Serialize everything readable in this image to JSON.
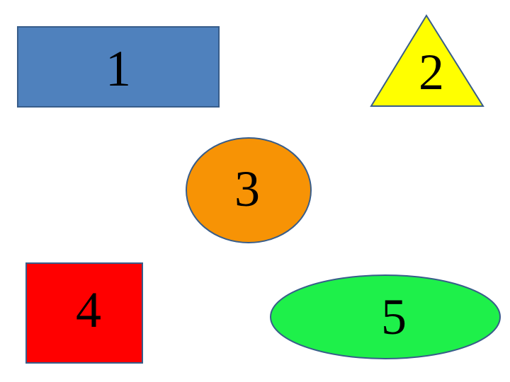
{
  "shapes": [
    {
      "id": "rectangle",
      "label": "1",
      "fill": "#4f81bd",
      "stroke": "#385d8a"
    },
    {
      "id": "triangle",
      "label": "2",
      "fill": "#ffff00",
      "stroke": "#385d8a"
    },
    {
      "id": "circle",
      "label": "3",
      "fill": "#f79305",
      "stroke": "#385d8a"
    },
    {
      "id": "square",
      "label": "4",
      "fill": "#ff0000",
      "stroke": "#385d8a"
    },
    {
      "id": "ellipse",
      "label": "5",
      "fill": "#1ef04a",
      "stroke": "#385d8a"
    }
  ]
}
